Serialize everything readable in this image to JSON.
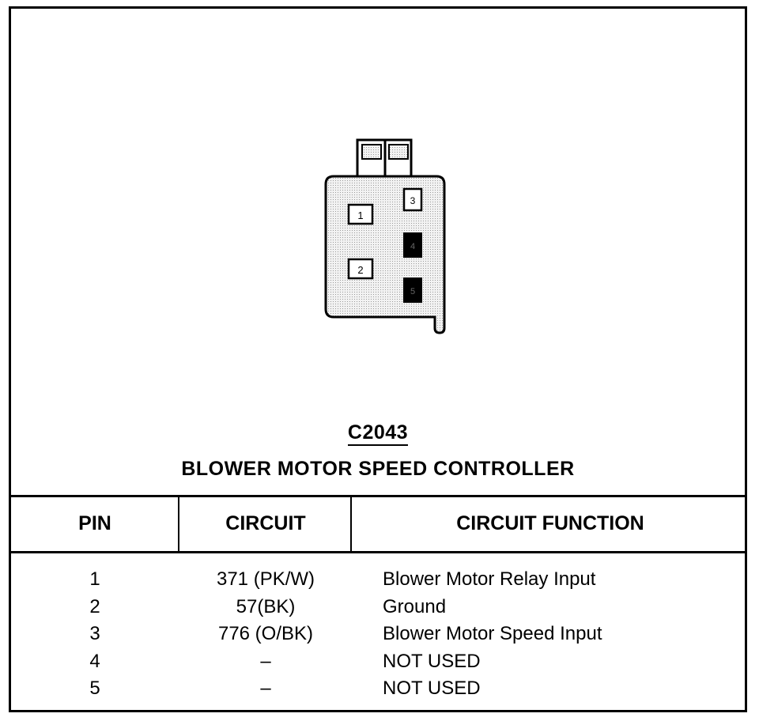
{
  "diagram": {
    "connector_id": "C2043",
    "connector_name": "BLOWER MOTOR SPEED CONTROLLER",
    "pin_labels": [
      "1",
      "2",
      "3",
      "4",
      "5"
    ]
  },
  "table": {
    "headers": {
      "pin": "PIN",
      "circuit": "CIRCUIT",
      "function": "CIRCUIT FUNCTION"
    },
    "rows": [
      {
        "pin": "1",
        "circuit": "371 (PK/W)",
        "function": "Blower Motor Relay Input"
      },
      {
        "pin": "2",
        "circuit": "57(BK)",
        "function": "Ground"
      },
      {
        "pin": "3",
        "circuit": "776 (O/BK)",
        "function": "Blower Motor Speed Input"
      },
      {
        "pin": "4",
        "circuit": "–",
        "function": "NOT USED"
      },
      {
        "pin": "5",
        "circuit": "–",
        "function": "NOT USED"
      }
    ]
  },
  "colors": {
    "ink": "#000000",
    "paper": "#ffffff",
    "connector_fill": "#e6e6e6"
  }
}
